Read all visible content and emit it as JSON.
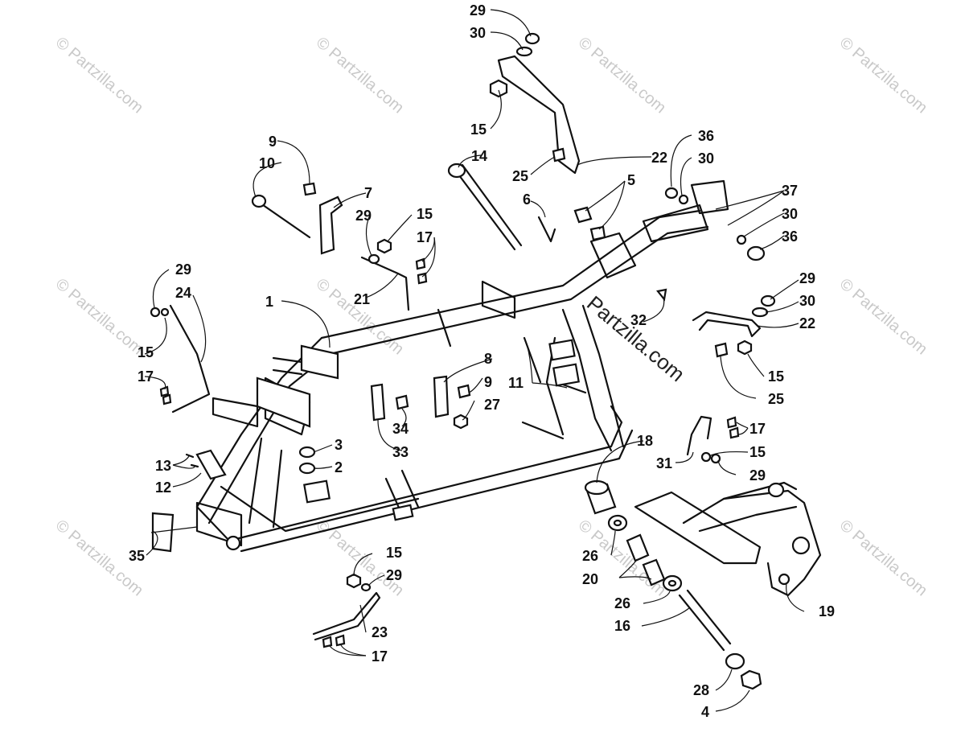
{
  "watermark": {
    "text": "© Partzilla.com",
    "center_text": "Partzilla.com"
  },
  "callouts": [
    "1",
    "2",
    "3",
    "4",
    "5",
    "6",
    "7",
    "8",
    "9",
    "10",
    "11",
    "12",
    "13",
    "14",
    "15",
    "16",
    "17",
    "18",
    "19",
    "20",
    "21",
    "22",
    "23",
    "24",
    "25",
    "26",
    "27",
    "28",
    "29",
    "30",
    "31",
    "32",
    "33",
    "34",
    "35",
    "36",
    "37"
  ]
}
